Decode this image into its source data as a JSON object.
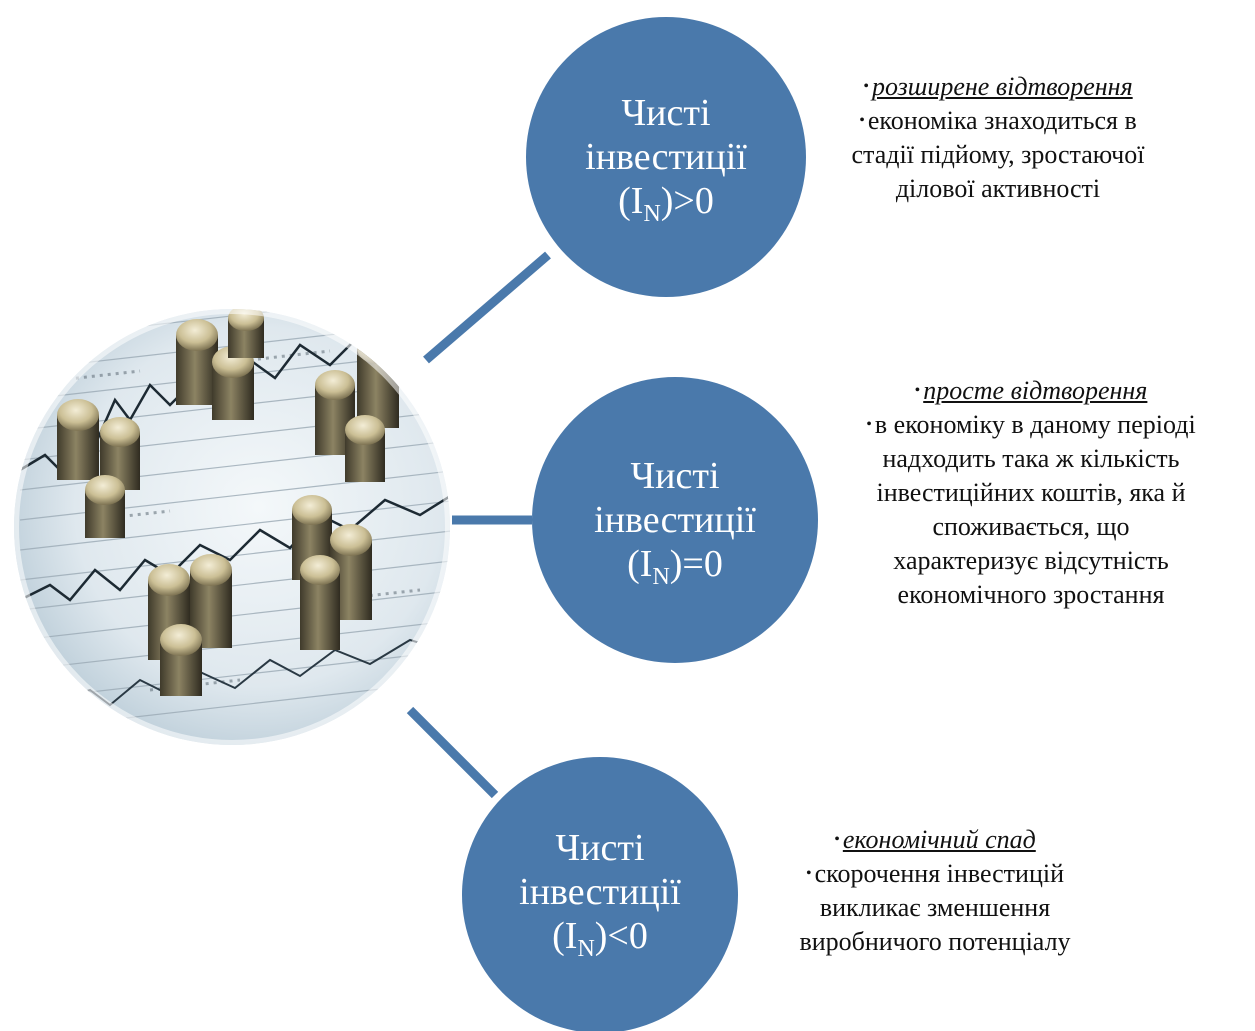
{
  "colors": {
    "node_fill": "#4a79ab",
    "connector": "#4a79ab",
    "node_text": "#ffffff",
    "desc_text": "#111111"
  },
  "center": {
    "icon": "coins-on-financial-chart-photo"
  },
  "nodes": [
    {
      "line1": "Чисті",
      "line2": "інвестиції",
      "formula_open": "(I",
      "formula_sub": "N",
      "formula_rel": ")>0",
      "heading": "розширене відтворення",
      "desc_lines": [
        "економіка знаходиться в",
        "стадії підйому, зростаючої",
        "ділової активності"
      ]
    },
    {
      "line1": "Чисті",
      "line2": "інвестиції",
      "formula_open": "(I",
      "formula_sub": "N",
      "formula_rel": ")=0",
      "heading": "просте відтворення",
      "desc_lines": [
        "в економіку в даному періоді",
        "надходить така ж кількість",
        "інвестиційних коштів, яка й",
        "споживається, що",
        "характеризує відсутність",
        "економічного зростання"
      ]
    },
    {
      "line1": "Чисті",
      "line2": "інвестиції",
      "formula_open": "(I",
      "formula_sub": "N",
      "formula_rel": ")<0",
      "heading": "економічний спад",
      "desc_lines": [
        "скорочення інвестицій",
        "викликає зменшення",
        "виробничого потенціалу"
      ]
    }
  ]
}
